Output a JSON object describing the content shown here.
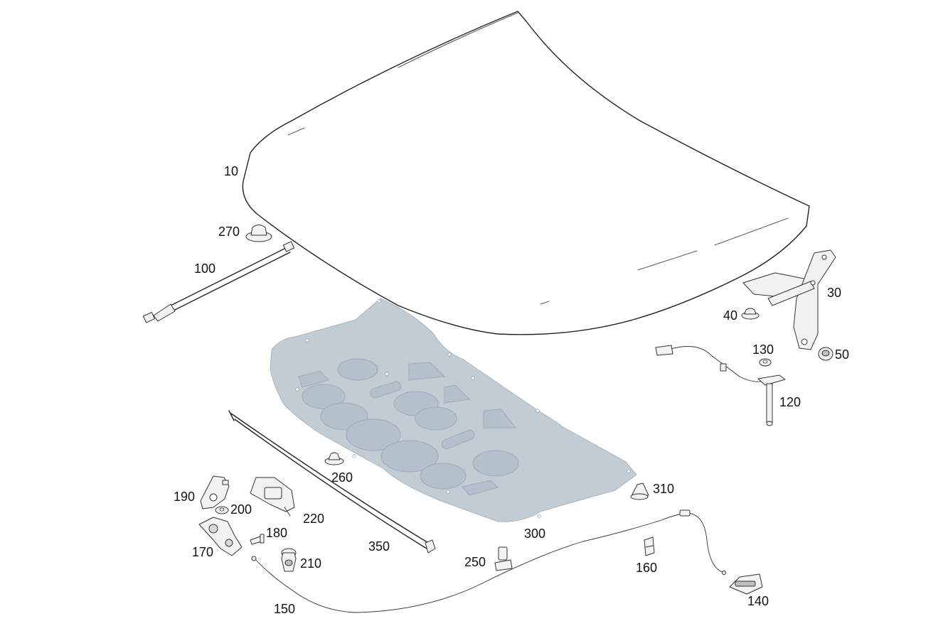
{
  "diagram": {
    "parts": [
      {
        "number": "10"
      },
      {
        "number": "30"
      },
      {
        "number": "40"
      },
      {
        "number": "50"
      },
      {
        "number": "100"
      },
      {
        "number": "120"
      },
      {
        "number": "130"
      },
      {
        "number": "140"
      },
      {
        "number": "150"
      },
      {
        "number": "160"
      },
      {
        "number": "170"
      },
      {
        "number": "180"
      },
      {
        "number": "190"
      },
      {
        "number": "200"
      },
      {
        "number": "210"
      },
      {
        "number": "220"
      },
      {
        "number": "250"
      },
      {
        "number": "260"
      },
      {
        "number": "270"
      },
      {
        "number": "300"
      },
      {
        "number": "310"
      },
      {
        "number": "350"
      }
    ],
    "colors": {
      "liner_fill": "#c2ccd5",
      "liner_spot": "#b4c0cb",
      "line": "#222222",
      "label": "#111111",
      "background": "#ffffff"
    }
  }
}
